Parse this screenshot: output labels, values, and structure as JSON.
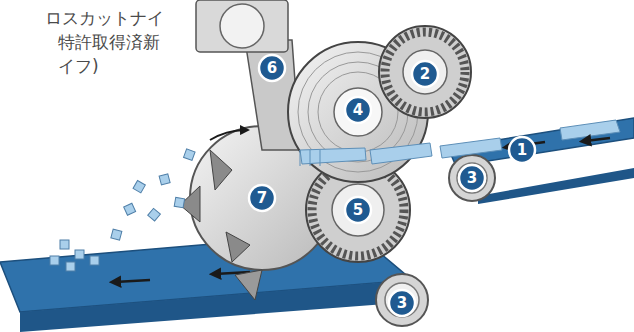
{
  "diagram": {
    "labels": [
      "ロスカットナイ",
      "特許取得済新",
      "イフ)",
      "1",
      "2",
      "3",
      "4",
      "5",
      "6",
      "7",
      "3"
    ]
  }
}
